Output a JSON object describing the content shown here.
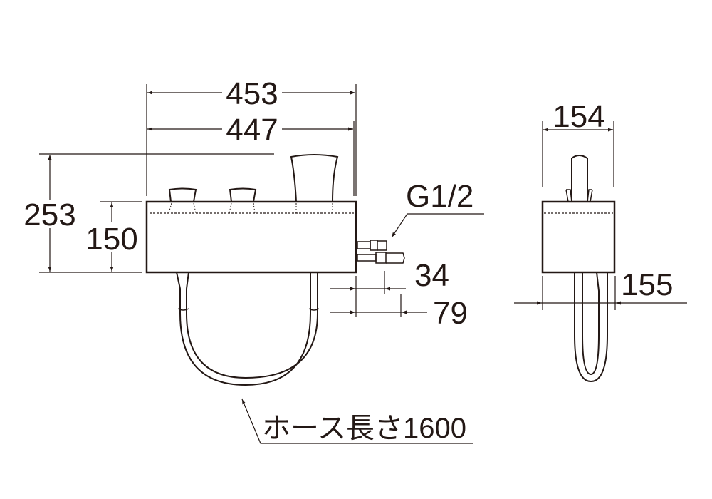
{
  "front_view": {
    "width_overall": "453",
    "width_body": "447",
    "height_overall": "253",
    "height_body": "150",
    "inlet_thread": "G1/2",
    "inlet_offset_1": "34",
    "inlet_offset_2": "79",
    "hose_length_label": "ホース長さ1600"
  },
  "side_view": {
    "depth_body": "154",
    "depth_hose": "155"
  },
  "colors": {
    "line": "#231815",
    "background": "#ffffff"
  }
}
